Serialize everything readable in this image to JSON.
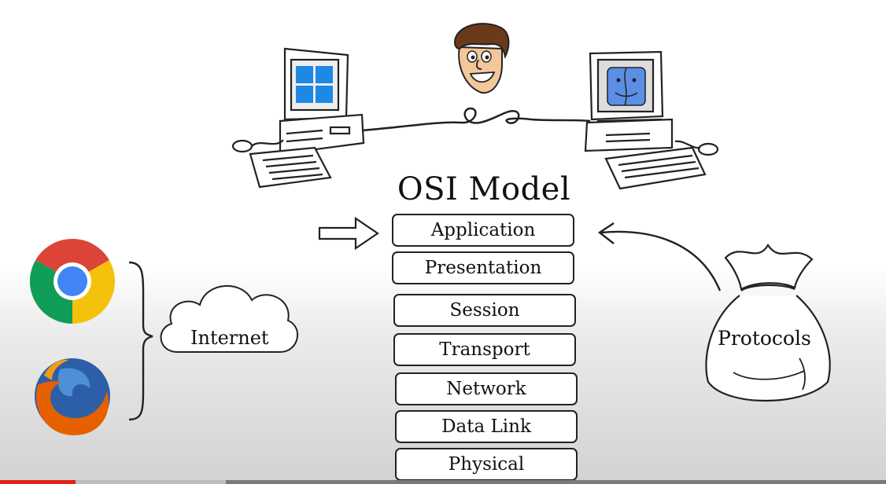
{
  "diagram": {
    "title": "OSI Model",
    "layers": [
      {
        "label": "Application"
      },
      {
        "label": "Presentation"
      },
      {
        "label": "Session"
      },
      {
        "label": "Transport"
      },
      {
        "label": "Network"
      },
      {
        "label": "Data Link"
      },
      {
        "label": "Physical"
      }
    ],
    "cloud_label": "Internet",
    "bag_label": "Protocols"
  },
  "icons": {
    "left_computer": "windows-computer-icon",
    "right_computer": "mac-computer-icon",
    "user": "cartoon-man-icon",
    "browser_1": "chrome-icon",
    "browser_2": "firefox-icon"
  },
  "colors": {
    "windows_blue": "#1e88e5",
    "mac_blue": "#5b8fe6",
    "chrome_red": "#db4437",
    "chrome_yellow": "#f4c20d",
    "chrome_green": "#0f9d58",
    "chrome_blue": "#4285f4",
    "firefox_orange": "#e66000",
    "progress_red": "#e62117"
  },
  "player": {
    "progress_fraction": 0.085,
    "buffered_fraction": 0.255
  }
}
